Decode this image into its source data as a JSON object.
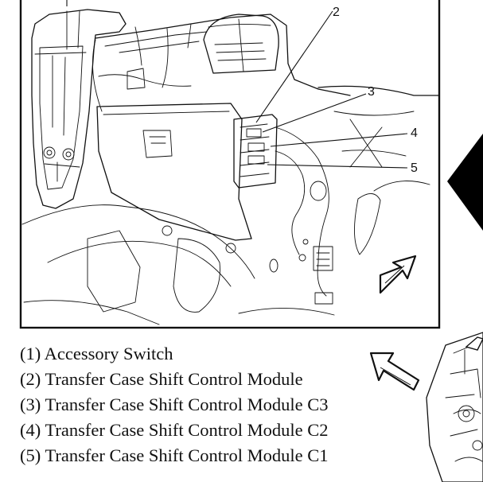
{
  "callouts": {
    "c2": "2",
    "c3": "3",
    "c4": "4",
    "c5": "5"
  },
  "legend": [
    "(1) Accessory Switch",
    "(2) Transfer Case Shift Control Module",
    "(3) Transfer Case Shift Control Module C3",
    "(4) Transfer Case Shift Control Module C2",
    "(5) Transfer Case Shift Control Module C1"
  ]
}
